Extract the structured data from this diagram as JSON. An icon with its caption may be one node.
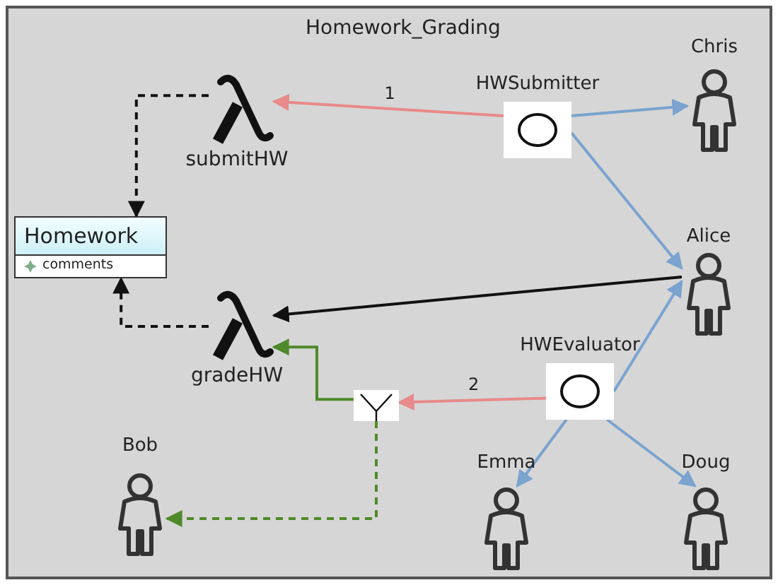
{
  "diagram": {
    "nodes": [
      {
        "text": [
          "Homework_Grading"
        ]
      },
      {
        "text": [
          "submitHW"
        ],
        "in": 0
      },
      {
        "text": [
          "HWSubmitter"
        ],
        "in": 0
      },
      {
        "text": [
          "Chris"
        ],
        "in": 0
      },
      {
        "text": [
          "Homework",
          "comments"
        ],
        "in": 0
      },
      {
        "text": [
          "Alice"
        ],
        "in": 0
      },
      {
        "text": [
          "gradeHW"
        ],
        "in": 0
      },
      {
        "text": [
          "HWEvaluator"
        ],
        "in": 0
      },
      {
        "text": [],
        "shape": "box",
        "in": 0
      },
      {
        "text": [
          "Bob"
        ],
        "in": 0
      },
      {
        "text": [
          "Emma"
        ],
        "in": 0
      },
      {
        "text": [
          "Doug"
        ],
        "in": 0
      }
    ],
    "edges": [
      {
        "from": 2,
        "to": 1,
        "arrow": "to",
        "label": "1",
        "color": "#e88a8a"
      },
      {
        "from": 2,
        "to": 3,
        "arrow": "to"
      },
      {
        "from": 2,
        "to": 5,
        "arrow": "to"
      },
      {
        "from": 1,
        "to": 4,
        "arrow": "to",
        "style": "dashed",
        "color": "#111111"
      },
      {
        "from": 6,
        "to": 4,
        "arrow": "to",
        "style": "dashed",
        "color": "#111111"
      },
      {
        "from": 5,
        "to": 6,
        "arrow": "to",
        "color": "#111111"
      },
      {
        "from": 7,
        "to": 5,
        "arrow": "to"
      },
      {
        "from": 7,
        "to": 8,
        "arrow": "to",
        "label": "2",
        "color": "#e88a8a"
      },
      {
        "from": 7,
        "to": 10,
        "arrow": "to"
      },
      {
        "from": 7,
        "to": 11,
        "arrow": "to"
      },
      {
        "from": 8,
        "to": 6,
        "arrow": "to",
        "color": "#4f8a2a"
      },
      {
        "from": 8,
        "to": 9,
        "arrow": "to",
        "style": "dashed",
        "color": "#4f8a2a"
      }
    ]
  }
}
